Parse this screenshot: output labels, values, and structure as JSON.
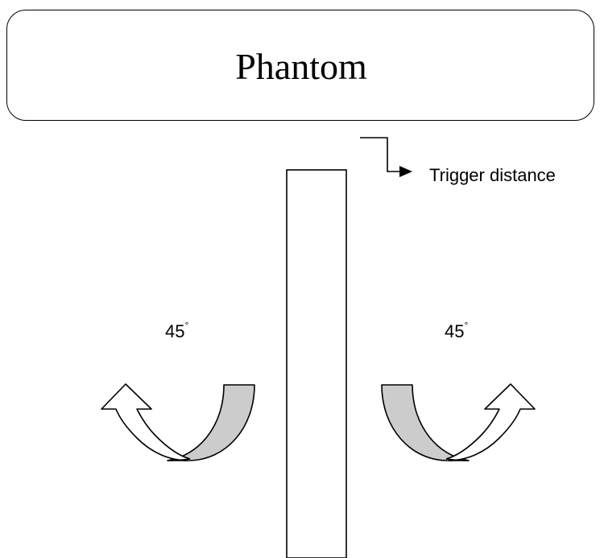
{
  "phantom": {
    "label": "Phantom"
  },
  "trigger": {
    "label": "Trigger distance"
  },
  "rotation": {
    "left": {
      "angle": "45",
      "degree_symbol": "°"
    },
    "right": {
      "angle": "45",
      "degree_symbol": "°"
    }
  },
  "colors": {
    "stroke": "#000000",
    "band_fill": "#cccccc",
    "background": "#ffffff"
  },
  "icons": [
    "rotate-counterclockwise-arrow-icon",
    "rotate-clockwise-arrow-icon",
    "trigger-arrow-icon"
  ]
}
